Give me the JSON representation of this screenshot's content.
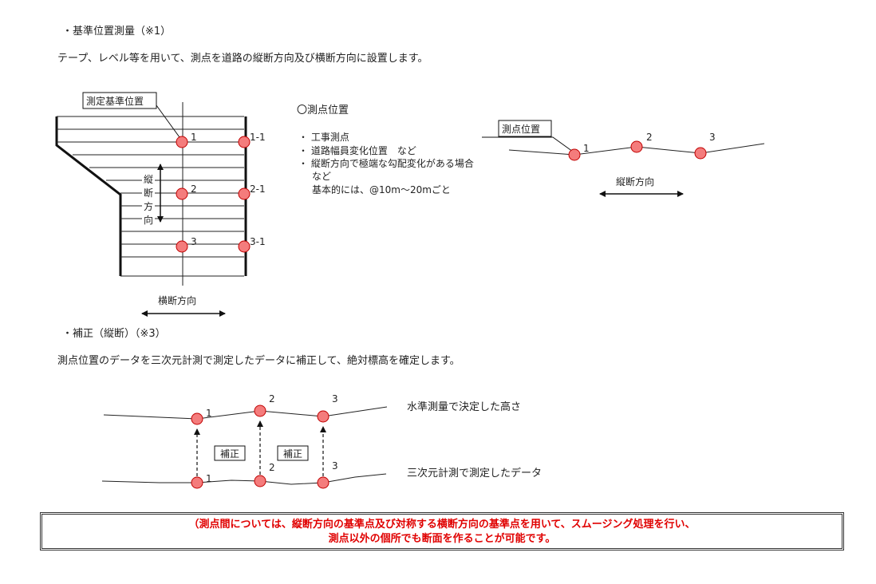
{
  "section1": {
    "heading": "・基準位置測量（※1）",
    "description": "テープ、レベル等を用いて、測点を道路の縦断方向及び横断方向に設置します。"
  },
  "plan": {
    "callout": "測定基準位置",
    "points": [
      "1",
      "2",
      "3"
    ],
    "side_points": [
      "1-1",
      "2-1",
      "3-1"
    ],
    "vertical_label": [
      "縦",
      "断",
      "方",
      "向"
    ],
    "horizontal_label": "横断方向"
  },
  "measure_points": {
    "title": "〇測点位置",
    "items": [
      "・ 工事測点",
      "・ 道路幅員変化位置　など",
      "・ 縦断方向で極端な勾配変化がある場合",
      "など",
      "基本的には、@10m～20mごと"
    ]
  },
  "profile": {
    "callout": "測点位置",
    "points": [
      "1",
      "2",
      "3"
    ],
    "label": "縦断方向"
  },
  "section2": {
    "heading": "・補正（縦断）（※3）",
    "description": "測点位置のデータを三次元計測で測定したデータに補正して、絶対標高を確定します。"
  },
  "correction": {
    "upper_label": "水準測量で決定した高さ",
    "lower_label": "三次元計測で測定したデータ",
    "box_label": "補正",
    "points": [
      "1",
      "2",
      "3"
    ]
  },
  "note": {
    "line1": "（測点間については、縦断方向の基準点及び対称する横断方向の基準点を用いて、スムージング処理を行い、",
    "line2": "測点以外の個所でも断面を作ることが可能です。"
  },
  "colors": {
    "point_fill": "#f47c7c",
    "point_stroke": "#c00000",
    "note_text": "#e00000"
  }
}
